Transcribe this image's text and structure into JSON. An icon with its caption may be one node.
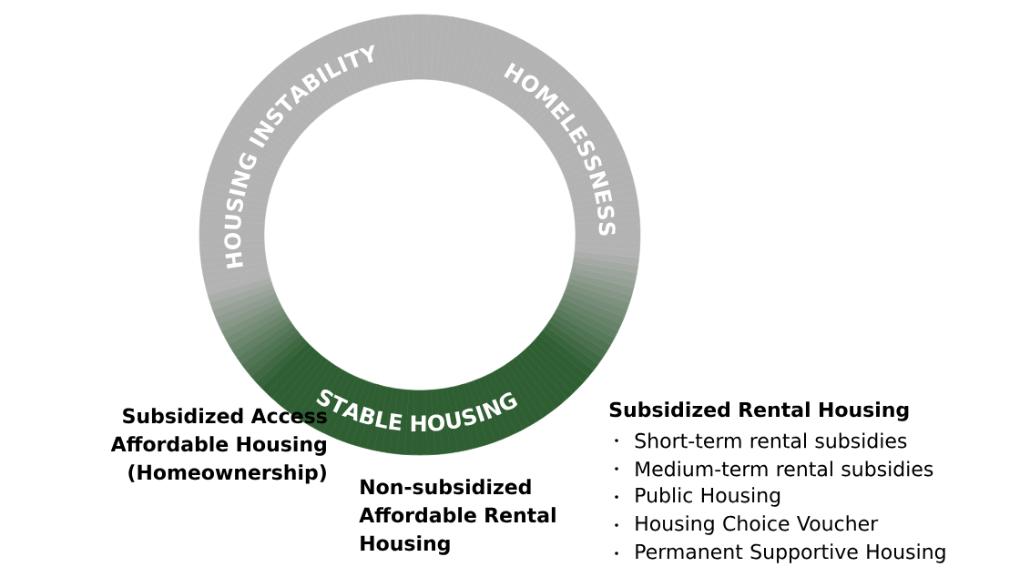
{
  "diagram": {
    "nodes": [
      {
        "text": [
          "HOUSING INSTABILITY"
        ]
      },
      {
        "text": [
          "HOMELESSNESS"
        ]
      },
      {
        "text": [
          "STABLE HOUSING"
        ]
      }
    ],
    "labels": [
      "Subsidized Access Affordable Housing (Homeownership)",
      "Non-subsidized Affordable Rental Housing",
      "Subsidized Rental Housing",
      "Short-term rental subsidies",
      "Medium-term rental subsidies",
      "Public Housing",
      "Housing Choice Voucher",
      "Permanent Supportive Housing"
    ]
  }
}
